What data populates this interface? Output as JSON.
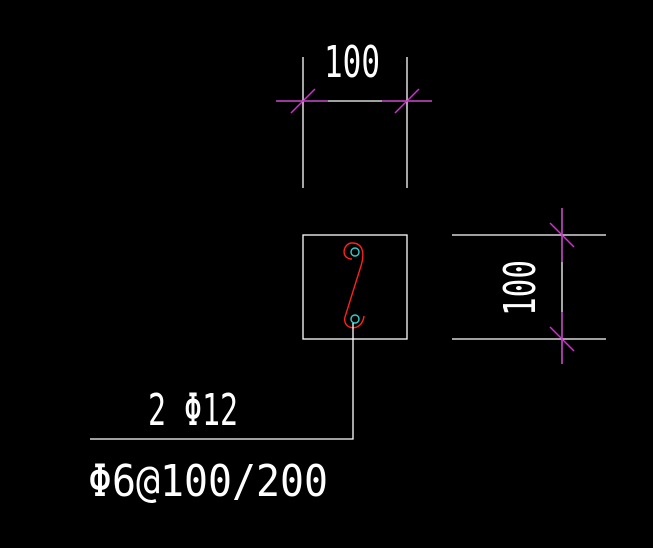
{
  "colors": {
    "background": "#000000",
    "geometry": "#ffffff",
    "dimension_tick": "#cc33cc",
    "rebar_tie": "#ff2020",
    "rebar_bar": "#33cccc"
  },
  "dimensions": {
    "width_label": "100",
    "height_label": "100"
  },
  "annotation": {
    "longitudinal_bars": "2 Φ12",
    "stirrups": "Φ6@100/200"
  }
}
